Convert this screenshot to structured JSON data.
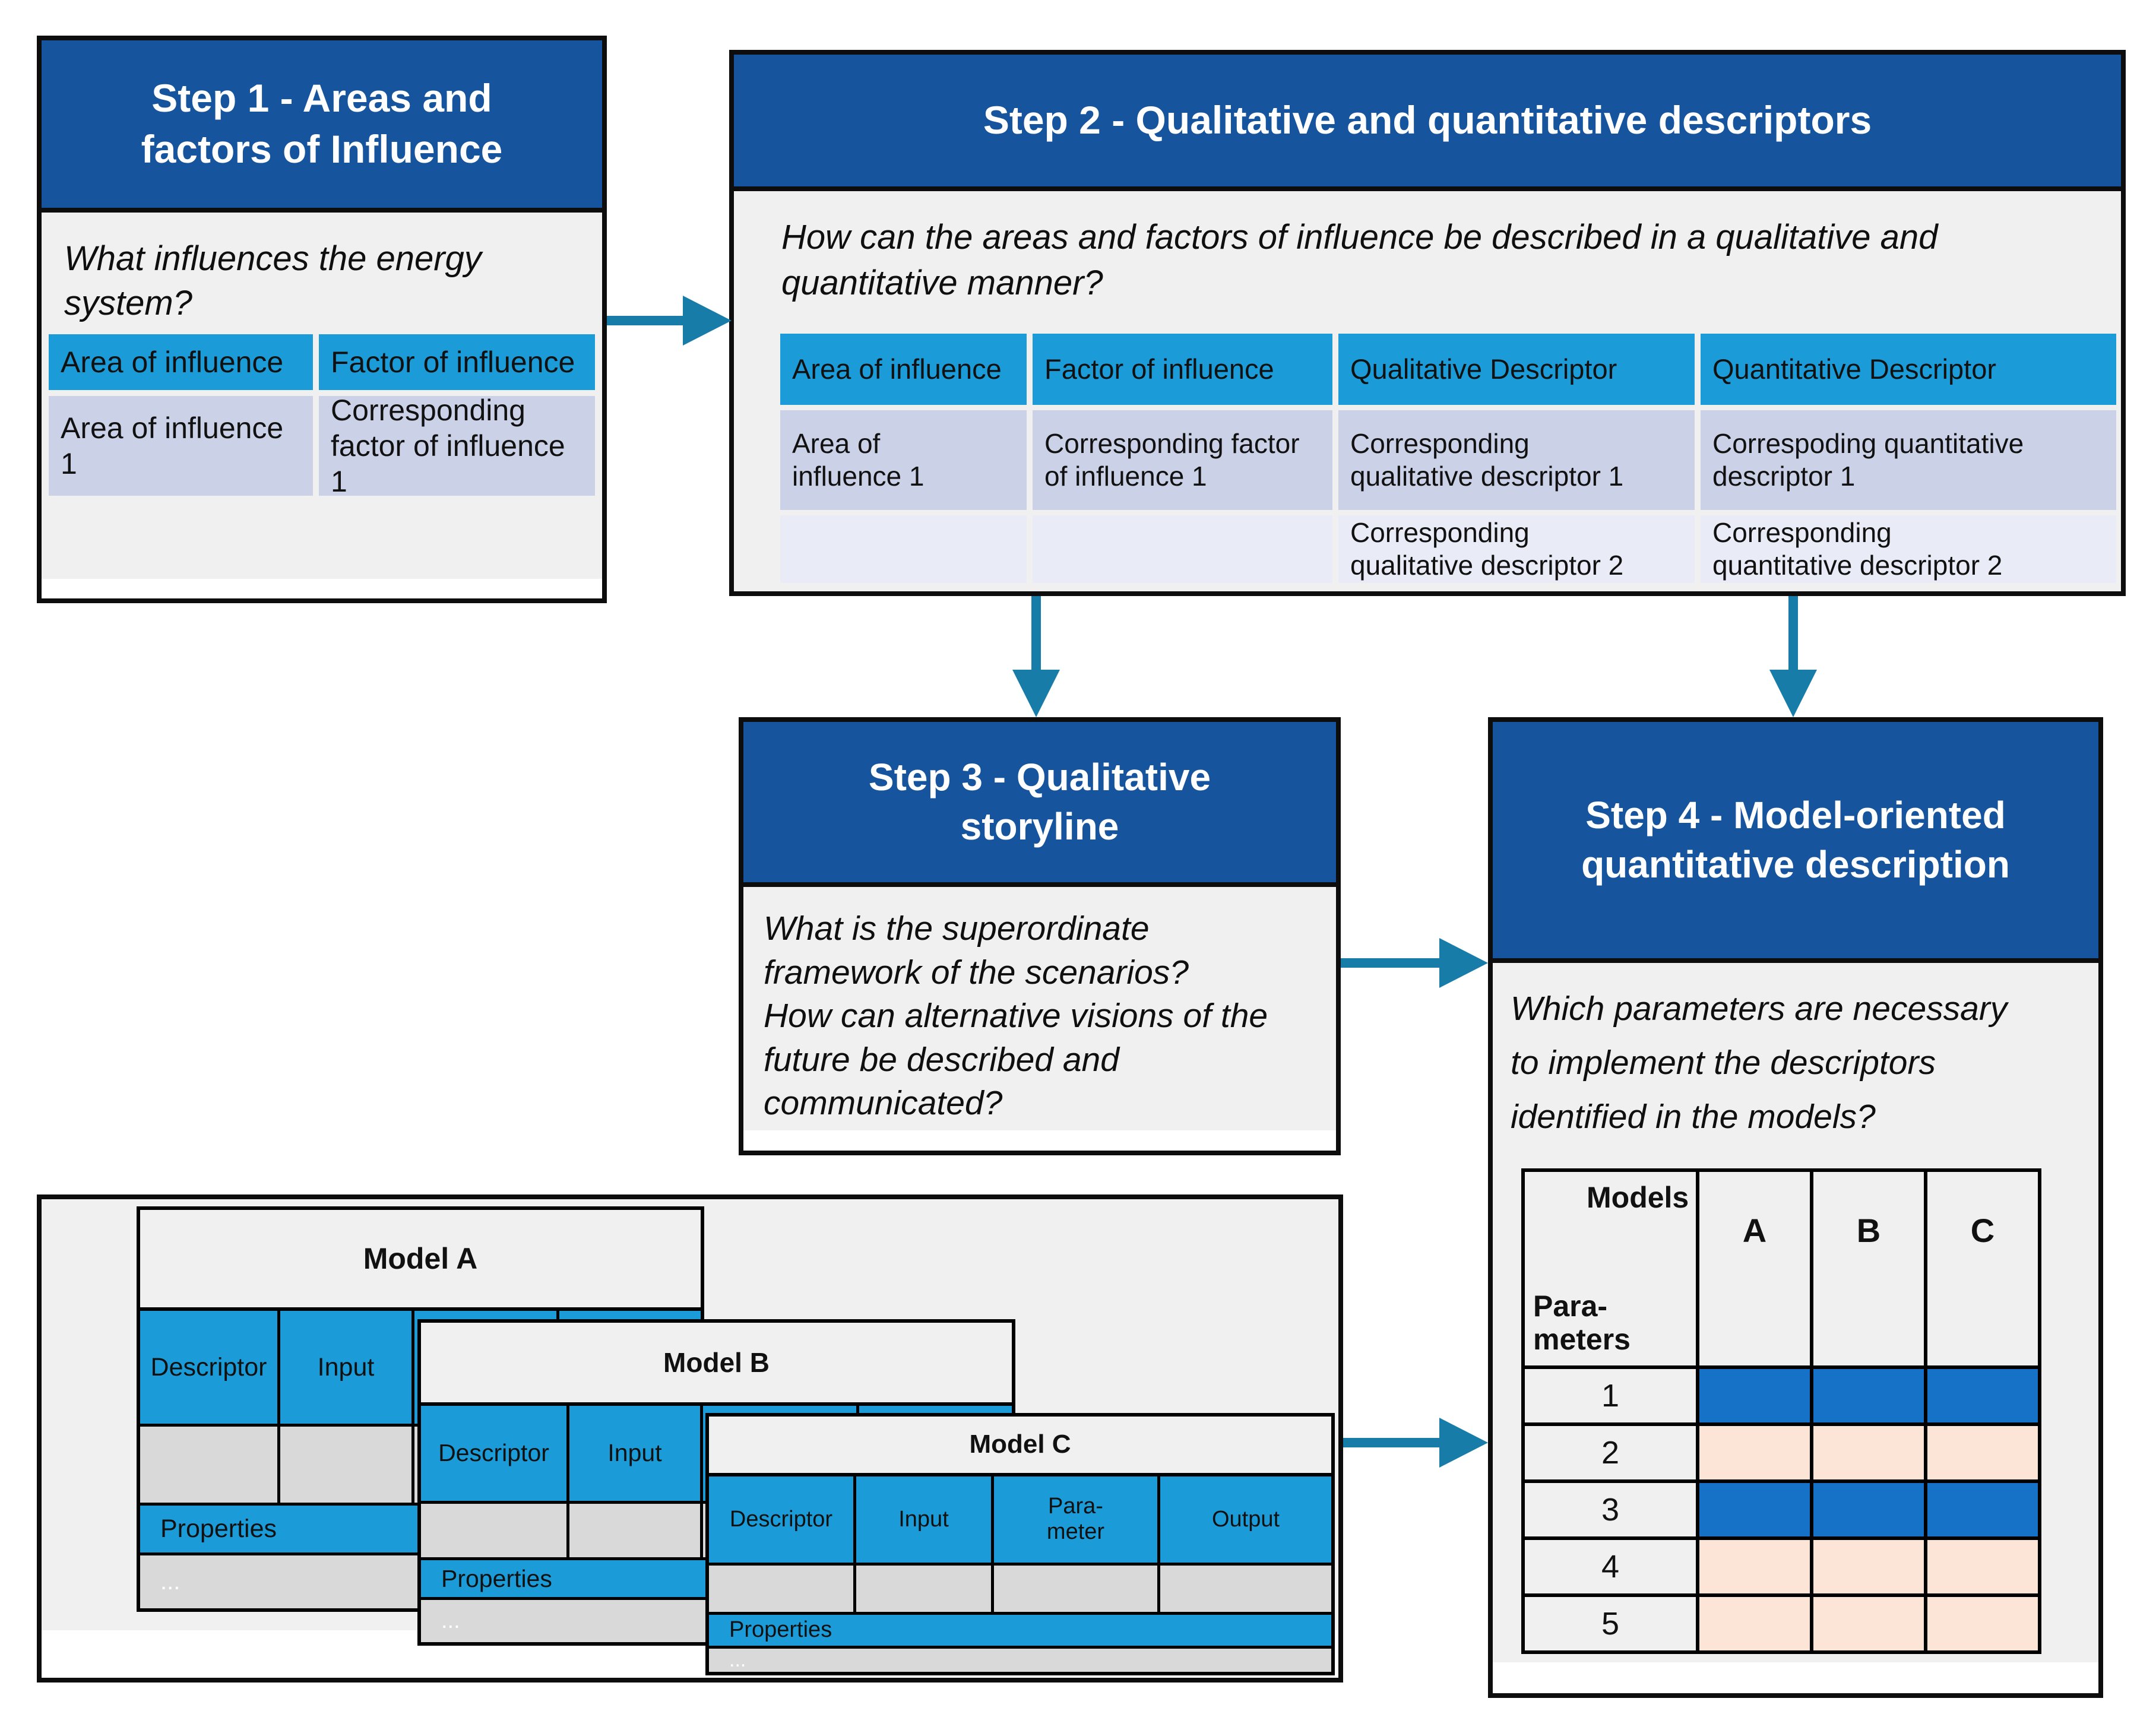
{
  "colors": {
    "header_navy": "#16549E",
    "panel_gray": "#F0F0F0",
    "table_cyan": "#1B9BD8",
    "row_lavender": "#CBD2E8",
    "row_lavender_light": "#E9EBF6",
    "cell_gray": "#D9D9D9",
    "matrix_blue": "#1572C6",
    "matrix_peach": "#FCE4D6",
    "arrow_teal": "#177CA8"
  },
  "step1": {
    "title": "Step 1 - Areas and\nfactors of Influence",
    "question": "What influences the energy\nsystem?",
    "table": {
      "headers": [
        "Area of influence",
        "Factor of influence"
      ],
      "rows": [
        [
          "Area of influence\n1",
          "Corresponding\nfactor of influence 1"
        ]
      ]
    }
  },
  "step2": {
    "title": "Step 2 - Qualitative and quantitative descriptors",
    "question": "How can the areas and factors of influence be described in a qualitative and\nquantitative manner?",
    "table": {
      "headers": [
        "Area of influence",
        "Factor of influence",
        "Qualitative Descriptor",
        "Quantitative Descriptor"
      ],
      "rows": [
        [
          "Area of\ninfluence 1",
          "Corresponding factor\nof influence 1",
          "Corresponding\nqualitative descriptor 1",
          "Correspoding quantitative\ndescriptor 1"
        ],
        [
          "",
          "",
          "Corresponding\nqualitative descriptor 2",
          "Corresponding\nquantitative descriptor 2"
        ]
      ]
    }
  },
  "step3": {
    "title": "Step 3 - Qualitative\nstoryline",
    "question": "What is the superordinate\nframework of the scenarios?\nHow can alternative visions of the\nfuture be described and\ncommunicated?"
  },
  "step4": {
    "title": "Step 4 - Model-oriented\nquantitative description",
    "question": "Which parameters are necessary\nto implement the descriptors\nidentified in the models?",
    "matrix": {
      "corner_top": "Models",
      "corner_bottom": "Para-\nmeters",
      "columns": [
        "A",
        "B",
        "C"
      ],
      "rows": [
        {
          "label": "1",
          "highlighted": true
        },
        {
          "label": "2",
          "highlighted": false
        },
        {
          "label": "3",
          "highlighted": true
        },
        {
          "label": "4",
          "highlighted": false
        },
        {
          "label": "5",
          "highlighted": false
        }
      ]
    }
  },
  "models": {
    "a": {
      "name": "Model A",
      "columns": [
        "Descriptor",
        "Input"
      ],
      "properties_label": "Properties",
      "more_label": "..."
    },
    "b": {
      "name": "Model B",
      "columns": [
        "Descriptor",
        "Input"
      ],
      "properties_label": "Properties",
      "more_label": "..."
    },
    "c": {
      "name": "Model C",
      "columns": [
        "Descriptor",
        "Input",
        "Para-\nmeter",
        "Output"
      ],
      "properties_label": "Properties",
      "more_label": "..."
    }
  }
}
